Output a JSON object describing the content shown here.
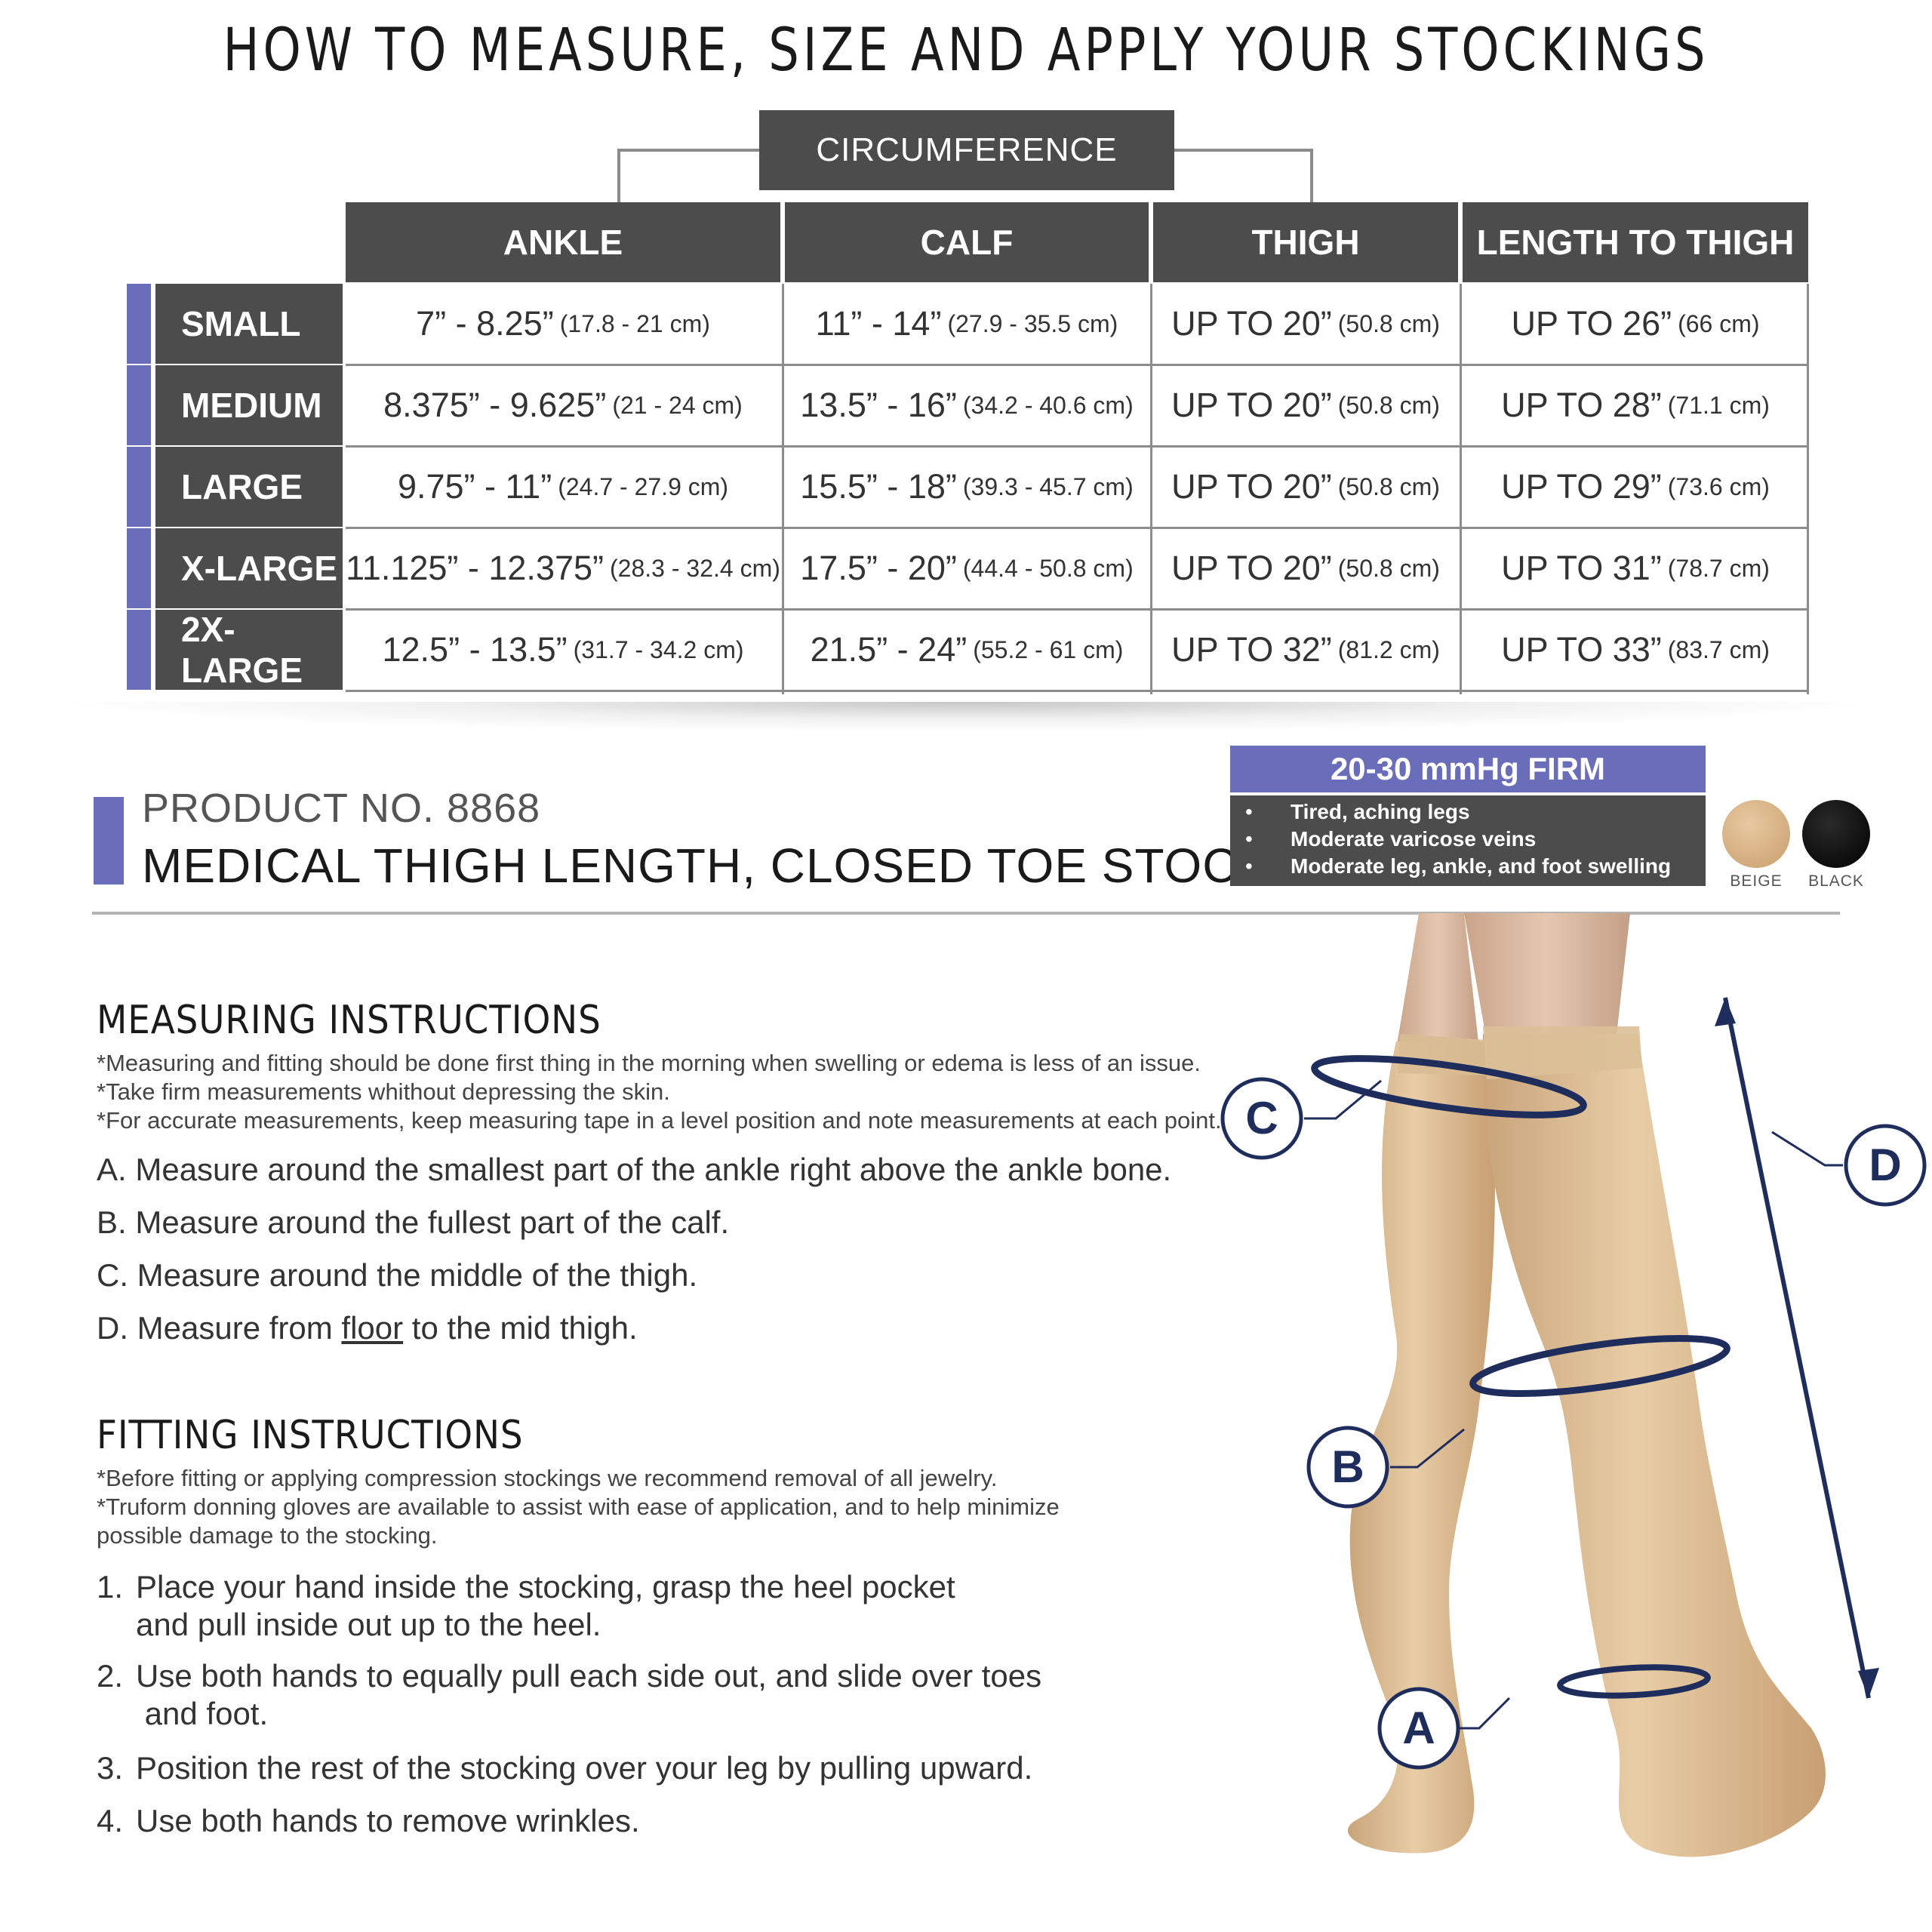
{
  "title": "HOW TO MEASURE, SIZE AND APPLY YOUR STOCKINGS",
  "circumference_label": "CIRCUMFERENCE",
  "table": {
    "headers": [
      "ANKLE",
      "CALF",
      "THIGH",
      "LENGTH TO THIGH"
    ],
    "rows": [
      {
        "size": "SMALL",
        "cells": [
          {
            "in": "7” - 8.25”",
            "cm": "(17.8 - 21 cm)"
          },
          {
            "in": "11” - 14”",
            "cm": "(27.9 - 35.5 cm)"
          },
          {
            "in": "UP TO 20”",
            "cm": "(50.8 cm)"
          },
          {
            "in": "UP TO 26”",
            "cm": "(66 cm)"
          }
        ]
      },
      {
        "size": "MEDIUM",
        "cells": [
          {
            "in": "8.375” - 9.625”",
            "cm": "(21 - 24 cm)"
          },
          {
            "in": "13.5” - 16”",
            "cm": "(34.2 - 40.6 cm)"
          },
          {
            "in": "UP TO 20”",
            "cm": "(50.8 cm)"
          },
          {
            "in": "UP TO 28”",
            "cm": "(71.1 cm)"
          }
        ]
      },
      {
        "size": "LARGE",
        "cells": [
          {
            "in": "9.75” - 11”",
            "cm": "(24.7 - 27.9 cm)"
          },
          {
            "in": "15.5” - 18”",
            "cm": "(39.3 - 45.7 cm)"
          },
          {
            "in": "UP TO 20”",
            "cm": "(50.8 cm)"
          },
          {
            "in": "UP TO 29”",
            "cm": "(73.6 cm)"
          }
        ]
      },
      {
        "size": "X-LARGE",
        "cells": [
          {
            "in": "11.125” - 12.375”",
            "cm": "(28.3 - 32.4 cm)"
          },
          {
            "in": "17.5” - 20”",
            "cm": "(44.4 - 50.8 cm)"
          },
          {
            "in": "UP TO 20”",
            "cm": "(50.8 cm)"
          },
          {
            "in": "UP TO 31”",
            "cm": "(78.7 cm)"
          }
        ]
      },
      {
        "size": "2X-LARGE",
        "cells": [
          {
            "in": "12.5” - 13.5”",
            "cm": "(31.7 - 34.2 cm)"
          },
          {
            "in": "21.5” - 24”",
            "cm": "(55.2 - 61 cm)"
          },
          {
            "in": "UP TO 32”",
            "cm": "(81.2 cm)"
          },
          {
            "in": "UP TO 33”",
            "cm": "(83.7 cm)"
          }
        ]
      }
    ]
  },
  "product": {
    "number": "PRODUCT NO. 8868",
    "name": "MEDICAL THIGH LENGTH, CLOSED TOE STOCKINGS",
    "compression": "20-30 mmHg FIRM",
    "indications": [
      "Tired, aching legs",
      "Moderate varicose veins",
      "Moderate leg, ankle, and foot swelling"
    ],
    "colors": [
      {
        "label": "BEIGE",
        "hex": "#d9b68a"
      },
      {
        "label": "BLACK",
        "hex": "#0d0d0d"
      }
    ]
  },
  "measuring": {
    "title": "MEASURING INSTRUCTIONS",
    "notes": [
      "*Measuring and fitting should be done first thing in the morning when swelling or edema is less of an issue.",
      "*Take firm measurements whithout depressing the skin.",
      "*For accurate measurements, keep measuring tape in a level position and note measurements at each point."
    ],
    "steps": [
      "A. Measure around the smallest part of the ankle right above the ankle bone.",
      "B. Measure around the fullest part of the calf.",
      "C. Measure around the middle of the thigh."
    ],
    "step_d": {
      "before": "D. Measure from ",
      "underlined": "floor",
      "after": " to the mid thigh."
    }
  },
  "fitting": {
    "title": "FITTING INSTRUCTIONS",
    "notes": [
      "*Before fitting or applying compression stockings we recommend removal of all jewelry.",
      "*Truform donning gloves are available  to assist with ease of application, and to help minimize",
      "possible damage to the stocking."
    ],
    "steps": [
      {
        "num": "1.",
        "lines": [
          "Place your hand inside the stocking, grasp the heel pocket",
          "and pull inside out up to the heel."
        ]
      },
      {
        "num": "2.",
        "lines": [
          "Use both hands to equally pull each side out, and slide over toes",
          " and foot."
        ]
      },
      {
        "num": "3.",
        "lines": [
          "Position the rest of the stocking over your leg by pulling upward."
        ]
      },
      {
        "num": "4.",
        "lines": [
          "Use both hands to remove wrinkles."
        ]
      }
    ]
  },
  "diagram": {
    "labels": [
      "A",
      "B",
      "C",
      "D"
    ],
    "accent_color": "#1f2d5c"
  }
}
